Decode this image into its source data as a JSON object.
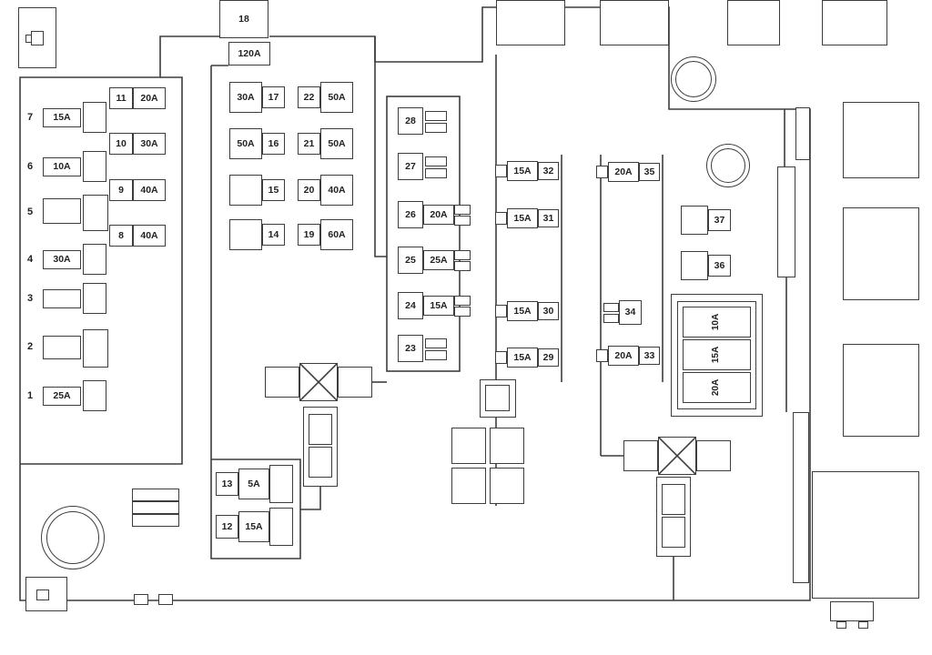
{
  "colors": {
    "line": "#3d3d3d",
    "background": "#ffffff"
  },
  "fuses": {
    "f1": {
      "num": "1",
      "amp": "25A"
    },
    "f2": {
      "num": "2",
      "amp": ""
    },
    "f3": {
      "num": "3",
      "amp": ""
    },
    "f4": {
      "num": "4",
      "amp": "30A"
    },
    "f5": {
      "num": "5",
      "amp": ""
    },
    "f6": {
      "num": "6",
      "amp": "10A"
    },
    "f7": {
      "num": "7",
      "amp": "15A"
    },
    "f8": {
      "num": "8",
      "amp": "40A"
    },
    "f9": {
      "num": "9",
      "amp": "40A"
    },
    "f10": {
      "num": "10",
      "amp": "30A"
    },
    "f11": {
      "num": "11",
      "amp": "20A"
    },
    "f12": {
      "num": "12",
      "amp": "15A"
    },
    "f13": {
      "num": "13",
      "amp": "5A"
    },
    "f14": {
      "num": "14",
      "amp": ""
    },
    "f15": {
      "num": "15",
      "amp": ""
    },
    "f16": {
      "num": "16",
      "amp": "50A"
    },
    "f17": {
      "num": "17",
      "amp": "30A"
    },
    "f18": {
      "num": "18",
      "amp": "120A"
    },
    "f19": {
      "num": "19",
      "amp": "60A"
    },
    "f20": {
      "num": "20",
      "amp": "40A"
    },
    "f21": {
      "num": "21",
      "amp": "50A"
    },
    "f22": {
      "num": "22",
      "amp": "50A"
    },
    "f23": {
      "num": "23",
      "amp": ""
    },
    "f24": {
      "num": "24",
      "amp": "15A"
    },
    "f25": {
      "num": "25",
      "amp": "25A"
    },
    "f26": {
      "num": "26",
      "amp": "20A"
    },
    "f27": {
      "num": "27",
      "amp": ""
    },
    "f28": {
      "num": "28",
      "amp": ""
    },
    "f29": {
      "num": "29",
      "amp": "15A"
    },
    "f30": {
      "num": "30",
      "amp": "15A"
    },
    "f31": {
      "num": "31",
      "amp": "15A"
    },
    "f32": {
      "num": "32",
      "amp": "15A"
    },
    "f33": {
      "num": "33",
      "amp": "20A"
    },
    "f34": {
      "num": "34",
      "amp": ""
    },
    "f35": {
      "num": "35",
      "amp": "20A"
    },
    "f36": {
      "num": "36",
      "amp": ""
    },
    "f37": {
      "num": "37",
      "amp": ""
    }
  },
  "relay_bank": {
    "s1": "10A",
    "s2": "15A",
    "s3": "20A"
  }
}
